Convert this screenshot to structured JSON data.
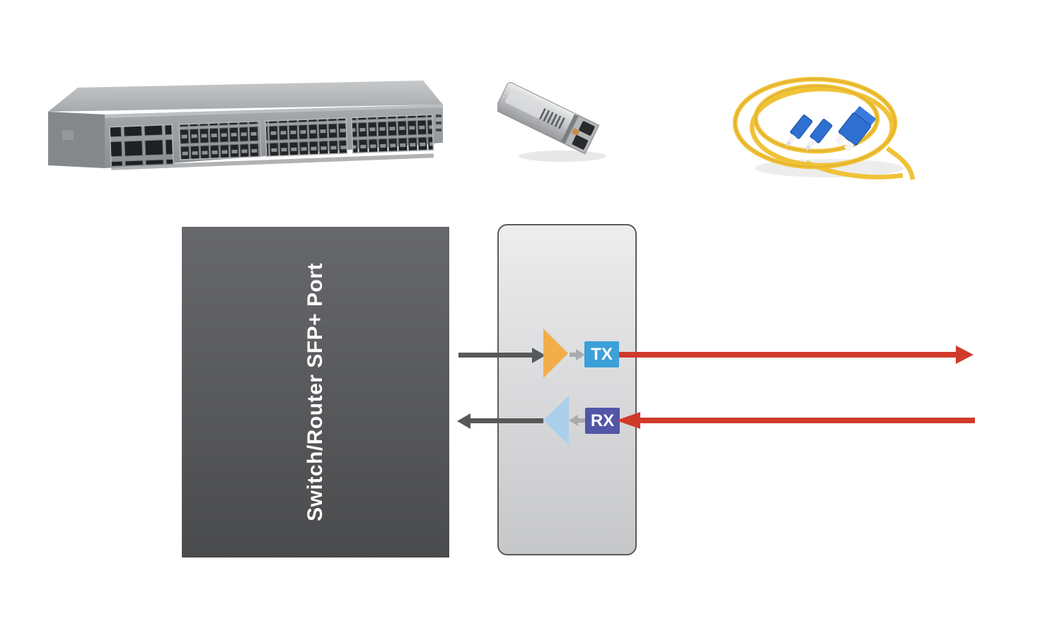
{
  "diagram": {
    "switch_port_label": "Switch/Router SFP+ Port",
    "tx_label": "TX",
    "rx_label": "RX"
  },
  "colors": {
    "dark-arrow": "#57585a",
    "gray-arrow": "#a8aaad",
    "amber-triangle": "#f1ae4b",
    "lightblue-triangle": "#abd0ec",
    "tx-blue": "#3ca0d9",
    "rx-purple": "#5156a7",
    "fiber-red": "#d03a2b",
    "darkbox-top": "#67686b",
    "darkbox-bottom": "#4a4b4d",
    "modulebox-top": "#ededee",
    "modulebox-bottom": "#c6c7c9",
    "modulebox-border": "#5a5b5d",
    "cable-yellow": "#f0c237",
    "connector-blue": "#2e6fd2",
    "switch-face-gray": "#9da0a3"
  }
}
